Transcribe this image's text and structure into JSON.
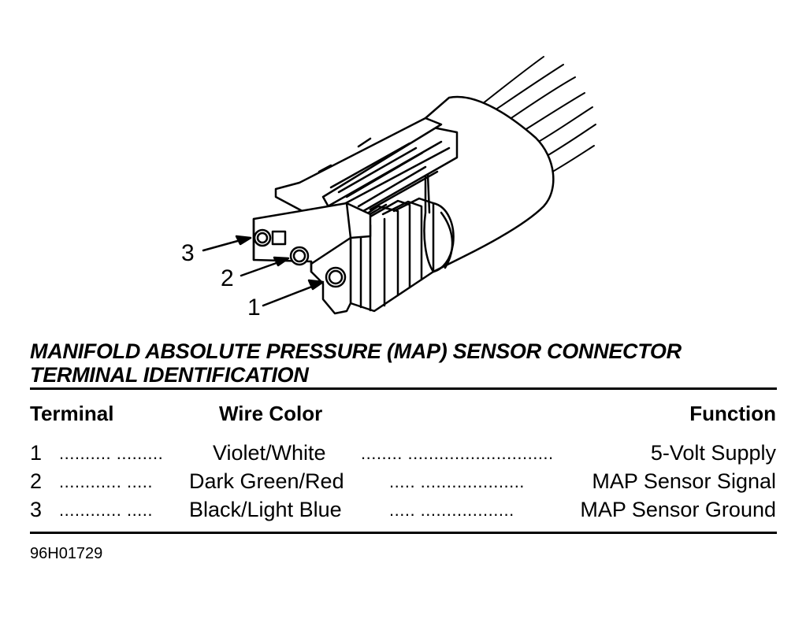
{
  "callouts": {
    "terminal_3": "3",
    "terminal_2": "2",
    "terminal_1": "1"
  },
  "title": {
    "line1": "MANIFOLD ABSOLUTE PRESSURE (MAP) SENSOR CONNECTOR",
    "line2": "TERMINAL IDENTIFICATION"
  },
  "table": {
    "headers": {
      "terminal": "Terminal",
      "wire_color": "Wire Color",
      "function": "Function"
    },
    "rows": [
      {
        "terminal": "1",
        "dots_a": ".......... .........",
        "wire_color": "Violet/White",
        "dots_b": "........ ............................",
        "function": "5-Volt Supply"
      },
      {
        "terminal": "2",
        "dots_a": "............ .....",
        "wire_color": "Dark Green/Red",
        "dots_b": "..... ....................",
        "function": "MAP Sensor Signal"
      },
      {
        "terminal": "3",
        "dots_a": "............ .....",
        "wire_color": "Black/Light Blue",
        "dots_b": "..... ..................",
        "function": "MAP Sensor Ground"
      }
    ]
  },
  "figure_id": "96H01729"
}
